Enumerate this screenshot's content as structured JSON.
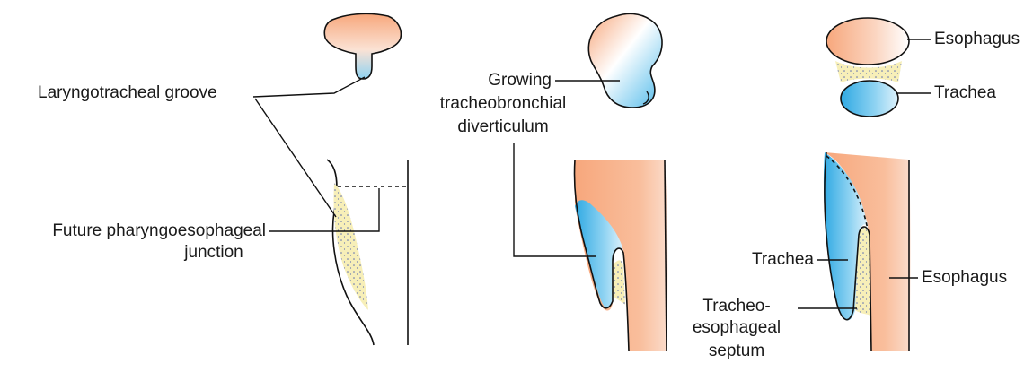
{
  "labels": {
    "laryngotracheal_groove": "Laryngotracheal groove",
    "future_junction_line1": "Future pharyngoesophageal",
    "future_junction_line2": "junction",
    "growing_line1": "Growing",
    "growing_line2": "tracheobronchial",
    "growing_line3": "diverticulum",
    "esophagus_top": "Esophagus",
    "trachea_top": "Trachea",
    "trachea_lower": "Trachea",
    "esophagus_lower": "Esophagus",
    "septum_line1": "Tracheo-",
    "septum_line2": "esophageal",
    "septum_line3": "septum"
  },
  "colors": {
    "endoderm_orange": "#F7A77C",
    "trachea_blue": "#4FB8E8",
    "mesenchyme_yellow": "#F7EFB8",
    "outline": "#111111"
  }
}
